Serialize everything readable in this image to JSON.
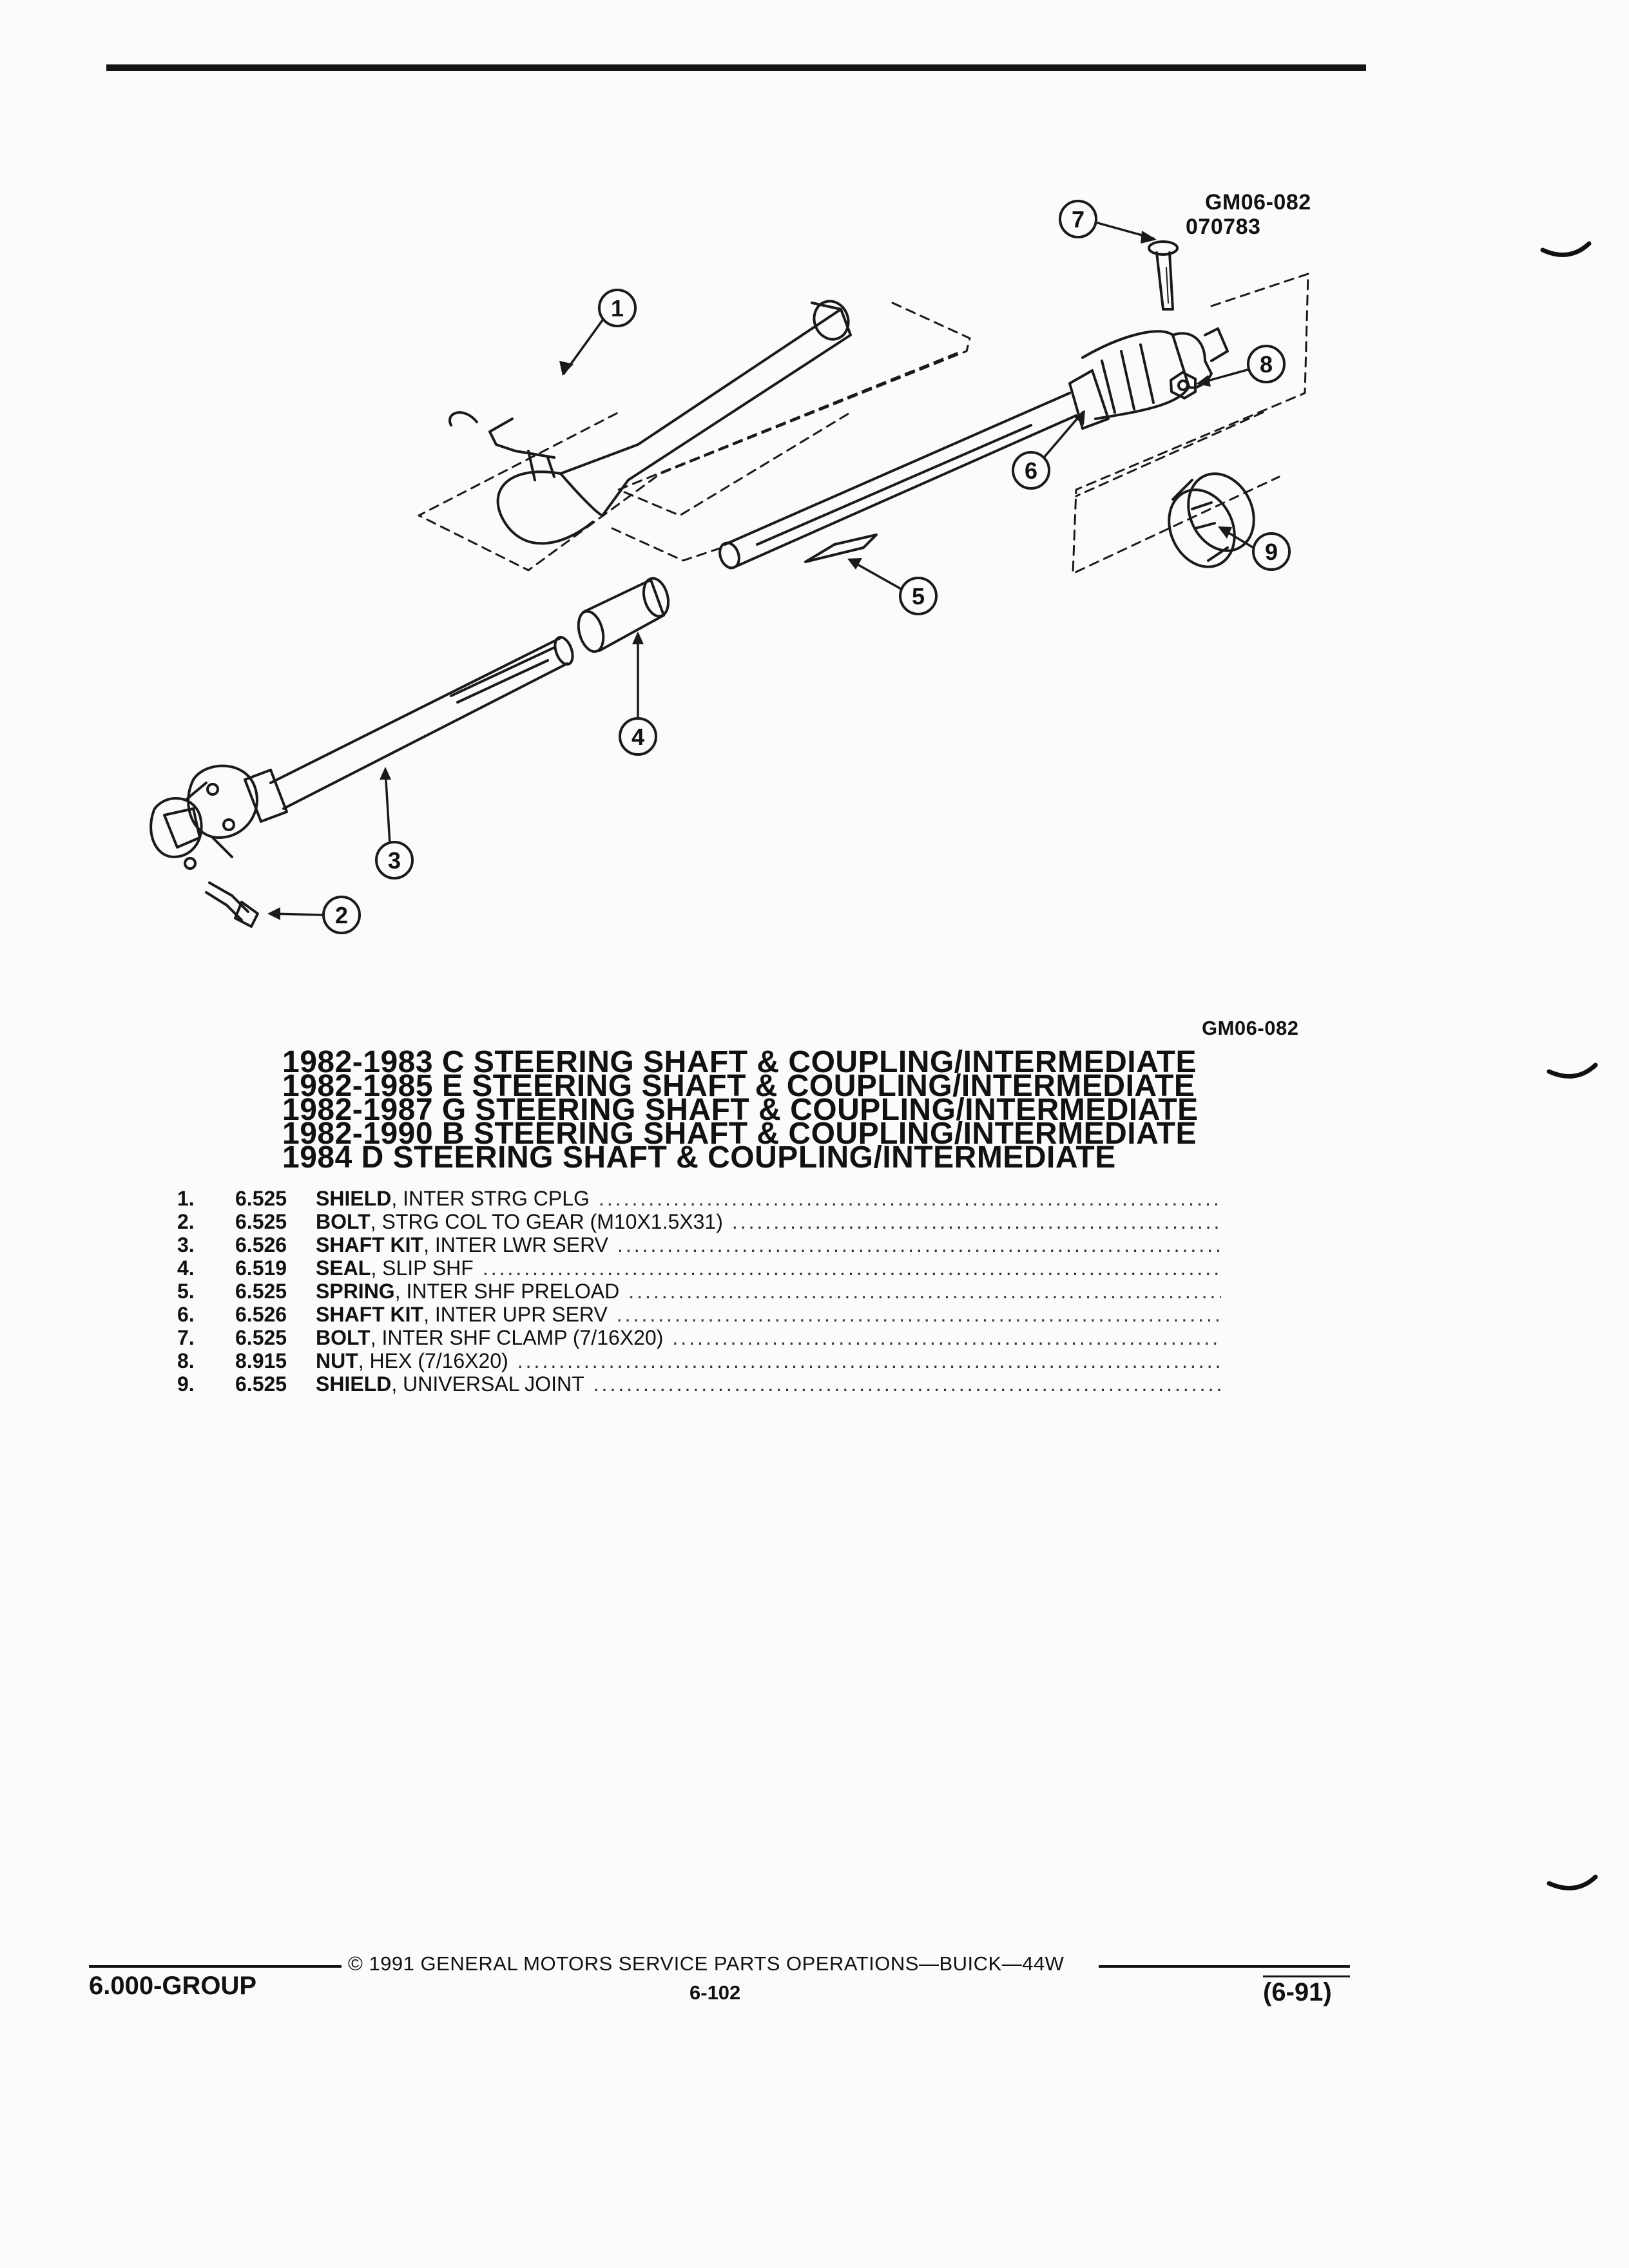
{
  "figure": {
    "ref_top": "GM06-082",
    "ref_date": "070783",
    "ref_bottom": "GM06-082",
    "callouts": [
      "1",
      "2",
      "3",
      "4",
      "5",
      "6",
      "7",
      "8",
      "9"
    ]
  },
  "titles": [
    "1982-1983 C STEERING SHAFT & COUPLING/INTERMEDIATE",
    "1982-1985 E STEERING SHAFT & COUPLING/INTERMEDIATE",
    "1982-1987 G STEERING SHAFT & COUPLING/INTERMEDIATE",
    "1982-1990 B STEERING SHAFT & COUPLING/INTERMEDIATE",
    "1984 D STEERING SHAFT & COUPLING/INTERMEDIATE"
  ],
  "parts": [
    {
      "num": "1.",
      "code": "6.525",
      "name": "SHIELD",
      "desc": ", INTER STRG CPLG"
    },
    {
      "num": "2.",
      "code": "6.525",
      "name": "BOLT",
      "desc": ", STRG COL TO GEAR (M10X1.5X31)"
    },
    {
      "num": "3.",
      "code": "6.526",
      "name": "SHAFT KIT",
      "desc": ", INTER LWR SERV"
    },
    {
      "num": "4.",
      "code": "6.519",
      "name": "SEAL",
      "desc": ", SLIP SHF"
    },
    {
      "num": "5.",
      "code": "6.525",
      "name": "SPRING",
      "desc": ", INTER SHF PRELOAD"
    },
    {
      "num": "6.",
      "code": "6.526",
      "name": "SHAFT KIT",
      "desc": ", INTER UPR SERV"
    },
    {
      "num": "7.",
      "code": "6.525",
      "name": "BOLT",
      "desc": ", INTER SHF CLAMP (7/16X20)"
    },
    {
      "num": "8.",
      "code": "8.915",
      "name": "NUT",
      "desc": ", HEX (7/16X20)"
    },
    {
      "num": "9.",
      "code": "6.525",
      "name": "SHIELD",
      "desc": ", UNIVERSAL JOINT"
    }
  ],
  "footer": {
    "group": "6.000-GROUP",
    "copyright": "© 1991 GENERAL MOTORS SERVICE PARTS OPERATIONS—BUICK—44W",
    "page": "6-102",
    "revision": "(6-91)"
  }
}
